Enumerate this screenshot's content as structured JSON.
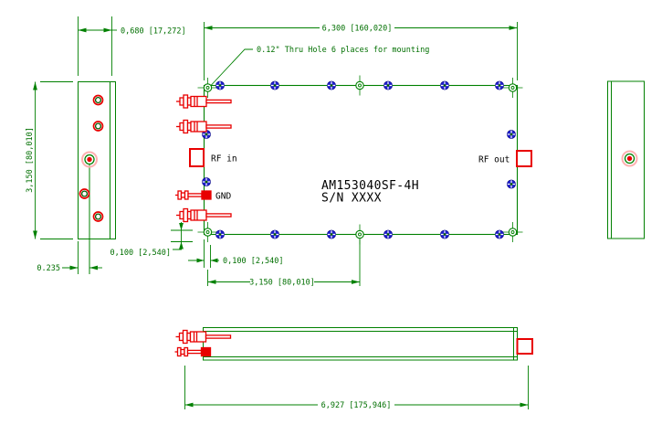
{
  "drawing": {
    "part_number": "AM153040SF-4H",
    "serial_number": "S/N XXXX",
    "labels": {
      "rf_in": "RF in",
      "rf_out": "RF out",
      "gnd": "GND"
    },
    "callout": {
      "mounting_holes": "0.12\" Thru Hole 6 places for mounting"
    },
    "dimensions": {
      "side_width": "0,680 [17,272]",
      "body_length": "6,300 [160,020]",
      "body_height": "3,150 [80,010]",
      "flange_offset": "0.235",
      "hole_inset_vertical": "0,100 [2,540]",
      "hole_inset_horizontal": "0,100 [2,540]",
      "hole_span": "3,150 [80,010]",
      "overall_length": "6,927 [175,946]"
    },
    "colors": {
      "line_green": "#008000",
      "text_green": "#006F00",
      "connector_red": "#E80000",
      "connector_pink": "#FFB0B0",
      "screw_blue": "#2020CE",
      "label_black": "#000000",
      "background": "#FFFFFF"
    }
  }
}
